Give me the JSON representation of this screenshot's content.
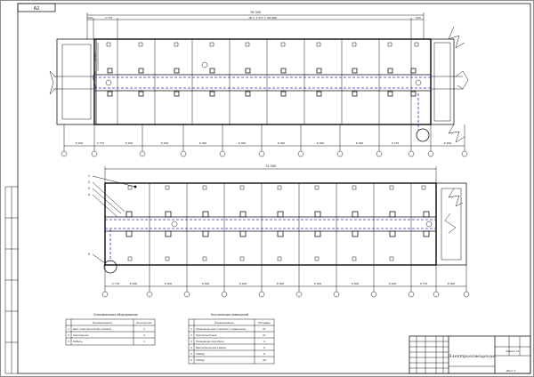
{
  "stamp": "А2",
  "plan1": {
    "overall_dim": "76 000",
    "dims_top": [
      "500",
      "2 770",
      "18 × 3 277 = 58 986",
      "500"
    ],
    "dims_bottom": [
      "6 000",
      "2 770",
      "6 000",
      "6 000",
      "6 000",
      "6 000",
      "6 000",
      "6 000",
      "6 000",
      "2 770",
      "6 000"
    ],
    "side_dim": "4 000"
  },
  "plan2": {
    "overall_dim": "74 000",
    "callouts": [
      "1",
      "2",
      "3",
      "4",
      "5"
    ],
    "dims_bottom": [
      "2 770",
      "6 000",
      "6 000",
      "6 000",
      "6 000",
      "6 000",
      "6 000",
      "6 000",
      "6 000",
      "2 770",
      "6 000"
    ]
  },
  "table1": {
    "title": "Спецификация оборудования",
    "headers": [
      "Наименование",
      "Количество"
    ],
    "rows": [
      [
        "1",
        "Щит электрический силовой",
        "2"
      ],
      [
        "2",
        "Светильник",
        "2"
      ],
      [
        "3",
        "Кабель",
        "1"
      ]
    ]
  },
  "table2": {
    "title": "Экспликация помещений",
    "headers": [
      "Наименование",
      "Площадь"
    ],
    "rows": [
      [
        "1",
        "Помещение для стойлового содержания",
        "6з"
      ],
      [
        "2",
        "Электрощитовая",
        "6з"
      ],
      [
        "3",
        "Помещение подсобное",
        "4"
      ],
      [
        "4",
        "Вентиляционная камера",
        "6"
      ],
      [
        "5",
        "Тамбур",
        "8"
      ],
      [
        "6",
        "Тамбур",
        "40"
      ]
    ]
  },
  "titleblock": {
    "title": "Электроосвещение",
    "sheet": "Лист 1",
    "format": "Формат А1"
  }
}
